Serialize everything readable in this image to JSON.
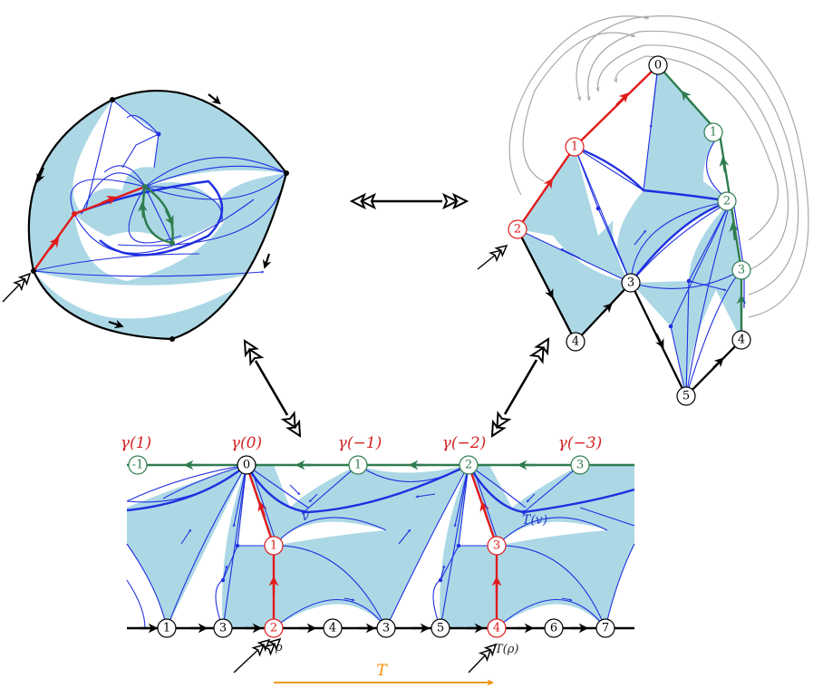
{
  "colors": {
    "fill": "#acd8e6",
    "blue": "#1f2fe0",
    "red": "#e01a1a",
    "green": "#2e7d4f",
    "black": "#000000",
    "gray": "#a8a8a8",
    "orange": "#f08c00"
  },
  "icons": [
    "double-arrow-icon",
    "input-arrow-icon"
  ],
  "top_right_graph": {
    "vertices": [
      {
        "label": "0",
        "color": "black"
      },
      {
        "label": "1",
        "color": "red"
      },
      {
        "label": "1",
        "color": "green"
      },
      {
        "label": "2",
        "color": "red"
      },
      {
        "label": "2",
        "color": "green"
      },
      {
        "label": "3",
        "color": "black"
      },
      {
        "label": "3",
        "color": "green"
      },
      {
        "label": "4",
        "color": "black"
      },
      {
        "label": "4",
        "color": "black"
      },
      {
        "label": "5",
        "color": "black"
      }
    ]
  },
  "strip": {
    "gamma_labels": [
      "γ(1)",
      "γ(0)",
      "γ(−1)",
      "γ(−2)",
      "γ(−3)"
    ],
    "top_vertices": [
      {
        "label": "-1",
        "color": "green"
      },
      {
        "label": "0",
        "color": "black"
      },
      {
        "label": "1",
        "color": "green"
      },
      {
        "label": "2",
        "color": "green"
      },
      {
        "label": "3",
        "color": "green"
      }
    ],
    "middle_vertices": [
      {
        "label": "1",
        "color": "red"
      },
      {
        "label": "3",
        "color": "red"
      }
    ],
    "bottom_vertices": [
      {
        "label": "1",
        "color": "black"
      },
      {
        "label": "3",
        "color": "black"
      },
      {
        "label": "2",
        "color": "red"
      },
      {
        "label": "4",
        "color": "black"
      },
      {
        "label": "3",
        "color": "black"
      },
      {
        "label": "5",
        "color": "black"
      },
      {
        "label": "4",
        "color": "red"
      },
      {
        "label": "6",
        "color": "black"
      },
      {
        "label": "7",
        "color": "black"
      }
    ],
    "v_label": "v",
    "tv_label": "T(v)",
    "rho_label": "ρ",
    "trho_label": "T(ρ)",
    "T_label": "T"
  }
}
